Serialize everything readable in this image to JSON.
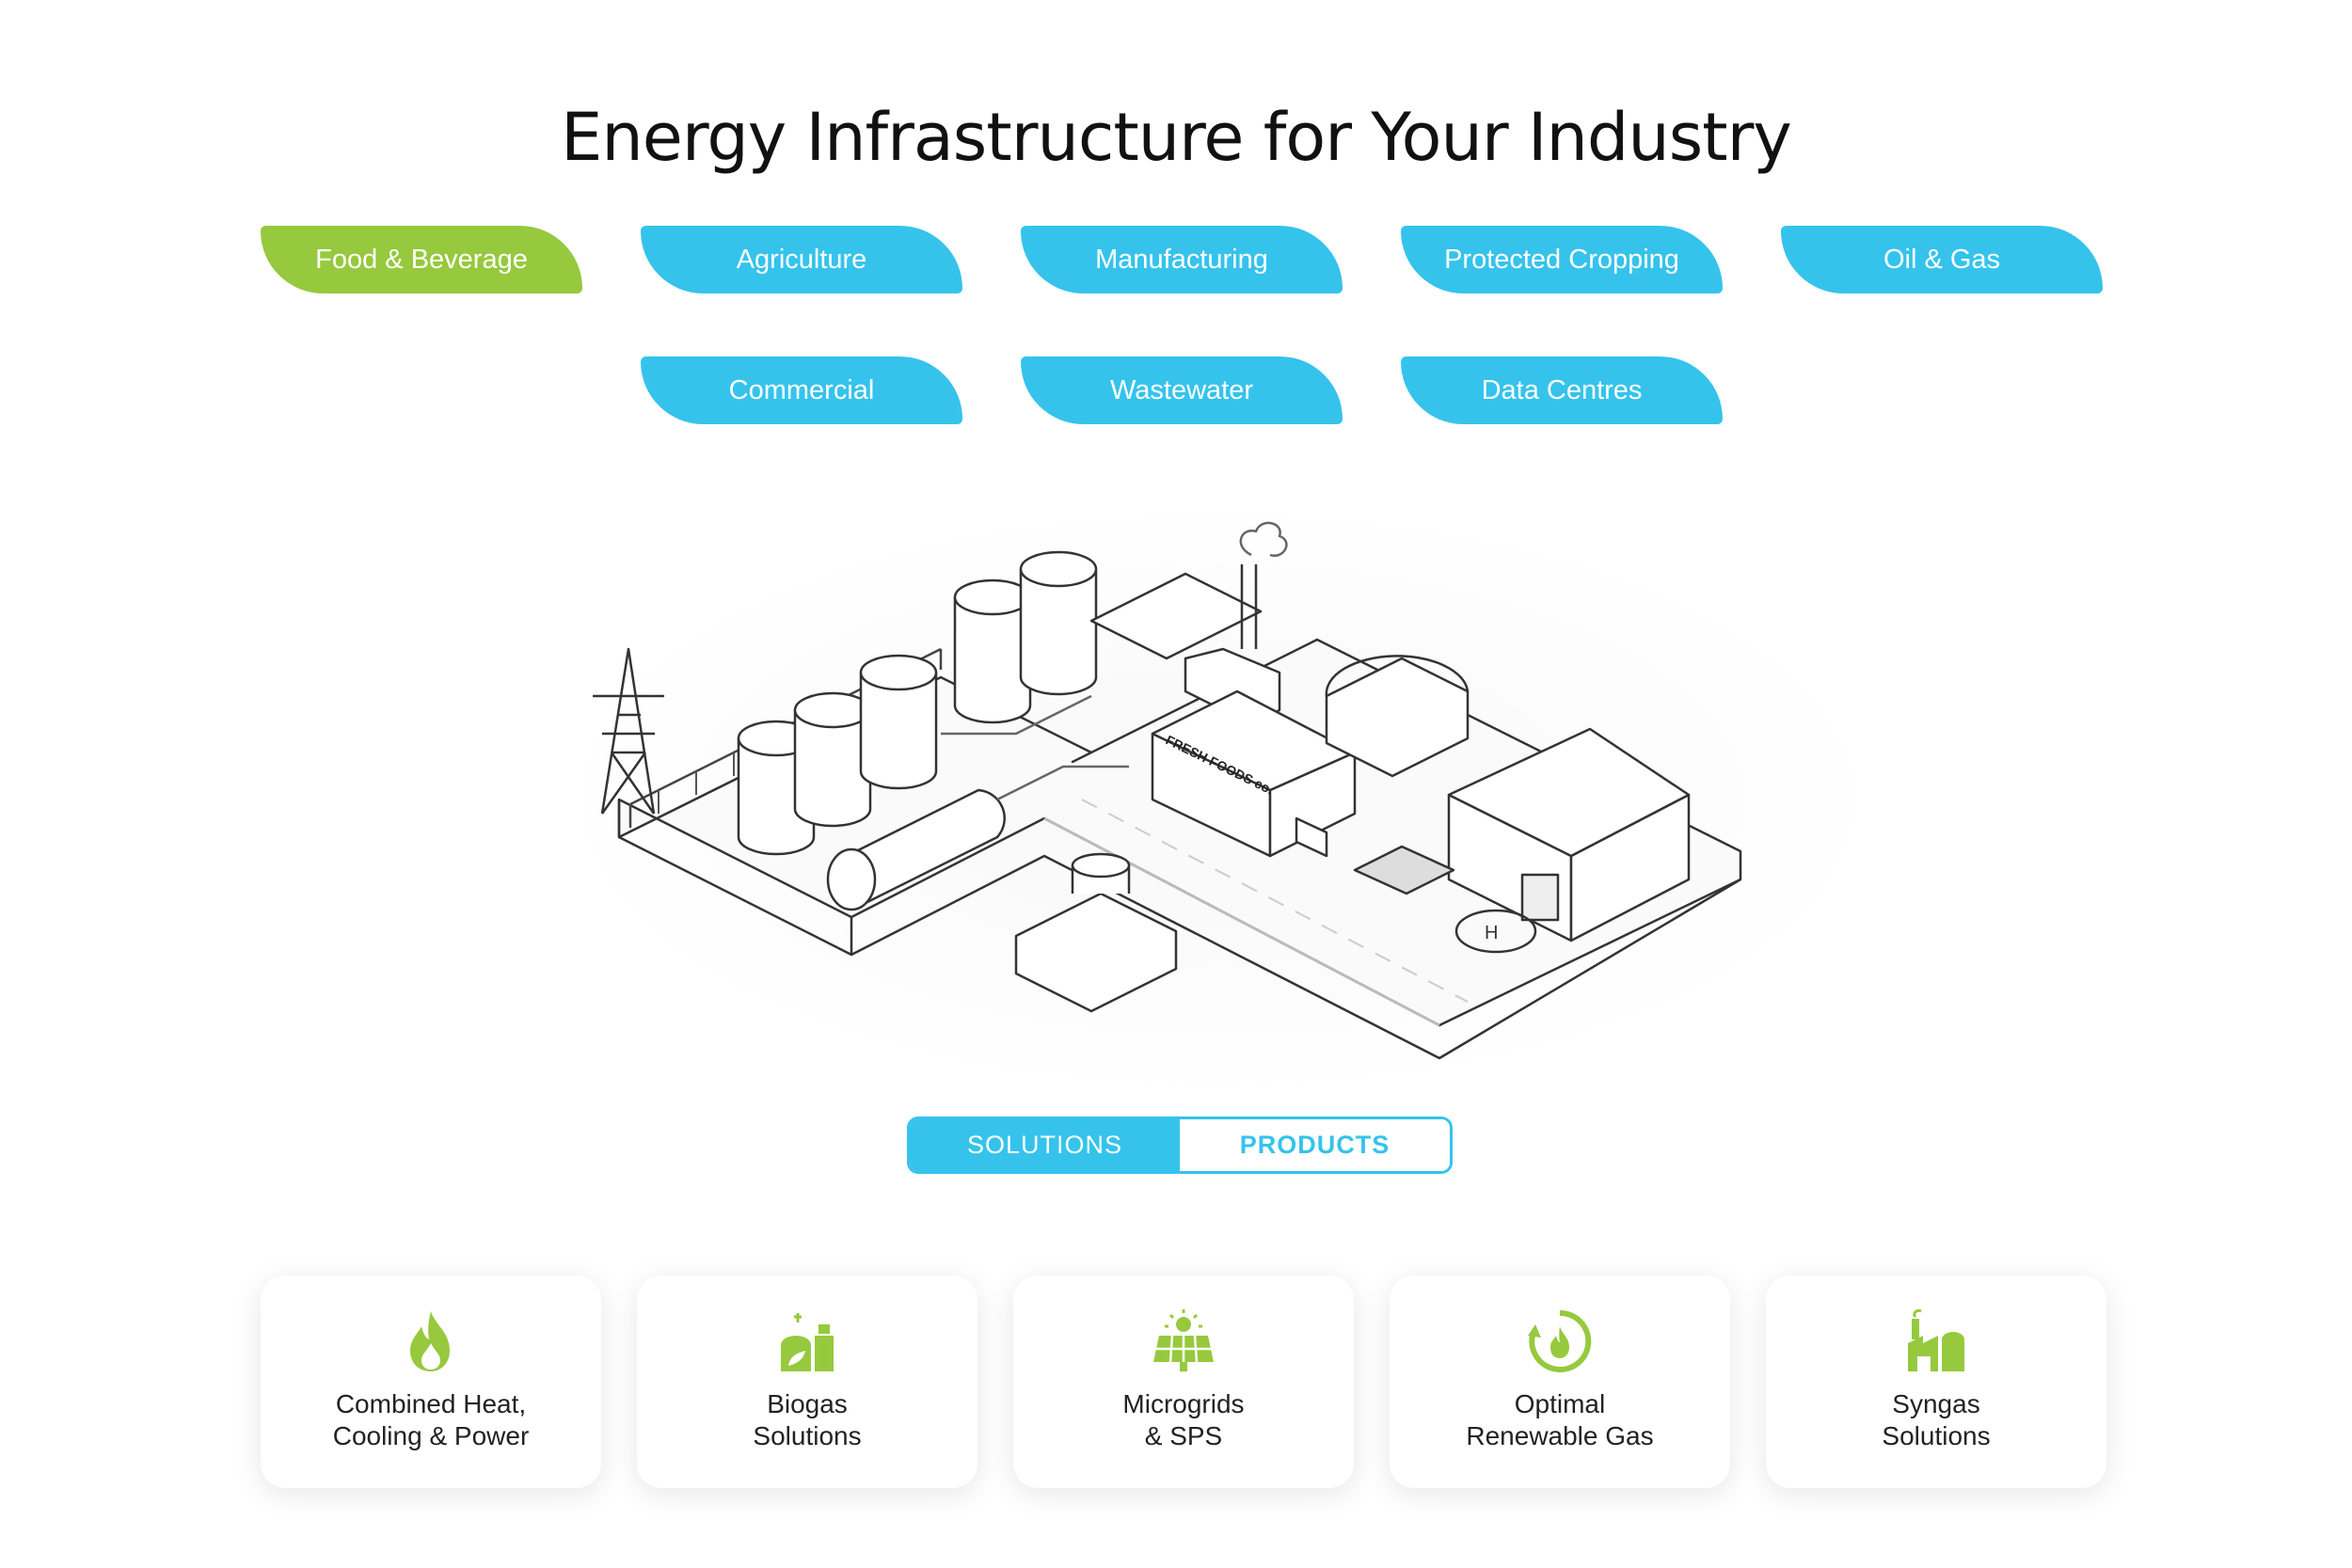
{
  "page": {
    "title": "Energy Infrastructure for Your Industry"
  },
  "industries": [
    {
      "label": "Food & Beverage",
      "active": true
    },
    {
      "label": "Agriculture"
    },
    {
      "label": "Manufacturing"
    },
    {
      "label": "Protected Cropping"
    },
    {
      "label": "Oil & Gas"
    },
    {
      "label": "Commercial"
    },
    {
      "label": "Wastewater"
    },
    {
      "label": "Data Centres"
    }
  ],
  "illustration": {
    "sign_text": "FRESH FOODS co."
  },
  "toggle": {
    "solutions": "SOLUTIONS",
    "products": "PRODUCTS",
    "selected": "solutions"
  },
  "cards": [
    {
      "label": "Combined Heat,\nCooling & Power",
      "icon": "flame-icon"
    },
    {
      "label": "Biogas\nSolutions",
      "icon": "biogas-plant-icon"
    },
    {
      "label": "Microgrids\n& SPS",
      "icon": "solar-panel-icon"
    },
    {
      "label": "Optimal\nRenewable Gas",
      "icon": "renewable-gas-icon"
    },
    {
      "label": "Syngas\nSolutions",
      "icon": "syngas-factory-icon"
    }
  ],
  "colors": {
    "accent_blue": "#35c3ec",
    "accent_green": "#96c93e"
  }
}
